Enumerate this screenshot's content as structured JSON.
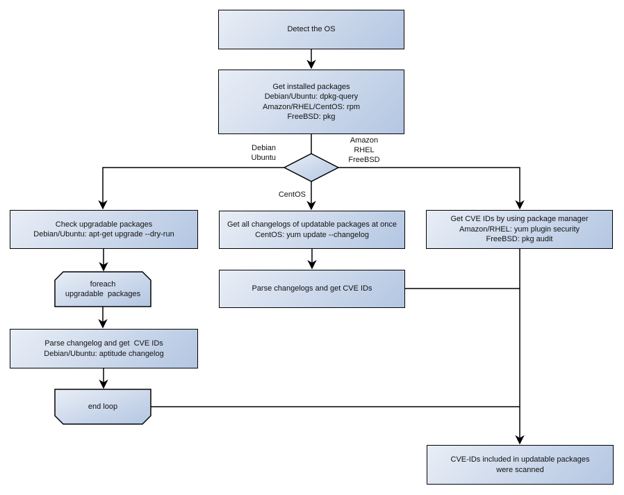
{
  "colors": {
    "box_gradient_start": "#e9eef6",
    "box_gradient_end": "#b3c6e2",
    "border_color": "#000000",
    "text_color": "#111111",
    "background": "#ffffff"
  },
  "nodes": {
    "detect_os": {
      "lines": [
        "Detect the OS"
      ]
    },
    "get_installed_packages": {
      "lines": [
        "Get installed packages",
        "Debian/Ubuntu: dpkg-query",
        "Amazon/RHEL/CentOS: rpm",
        "FreeBSD: pkg"
      ]
    },
    "check_upgradable_packages": {
      "lines": [
        "Check upgradable packages",
        "Debian/Ubuntu: apt-get upgrade --dry-run"
      ]
    },
    "foreach_loop": {
      "lines": [
        "foreach",
        "upgradable  packages"
      ]
    },
    "parse_changelog": {
      "lines": [
        "Parse changelog and get  CVE IDs",
        "Debian/Ubuntu: aptitude changelog"
      ]
    },
    "end_loop": {
      "lines": [
        "end loop"
      ]
    },
    "get_all_changelogs": {
      "lines": [
        "Get all changelogs of updatable packages at once",
        "CentOS: yum update --changelog"
      ]
    },
    "parse_changelogs": {
      "lines": [
        "Parse changelogs and get CVE IDs"
      ]
    },
    "get_cve_ids_pkg_manager": {
      "lines": [
        "Get CVE IDs by using package manager",
        "Amazon/RHEL: yum plugin security",
        "FreeBSD: pkg audit"
      ]
    },
    "cve_ids_scanned": {
      "lines": [
        "CVE-IDs included in updatable packages",
        "were scanned"
      ]
    }
  },
  "branch_labels": {
    "left": {
      "lines": [
        "Debian",
        "Ubuntu"
      ]
    },
    "right": {
      "lines": [
        "Amazon",
        "RHEL",
        "FreeBSD"
      ]
    },
    "down": {
      "lines": [
        "CentOS"
      ]
    }
  }
}
